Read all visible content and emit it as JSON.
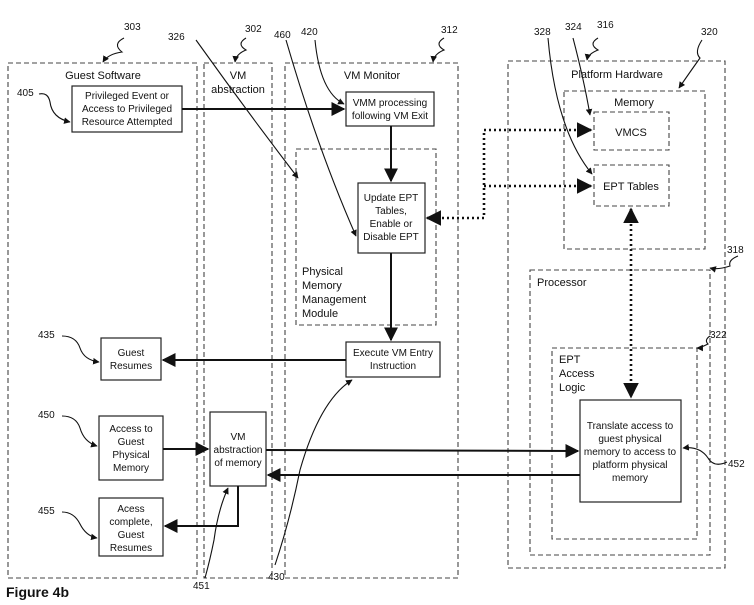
{
  "figure_label": "Figure 4b",
  "columns": {
    "guest_software": "Guest Software",
    "vm_abstraction": [
      "VM",
      "abstraction"
    ],
    "vm_monitor": "VM Monitor",
    "platform_hardware": "Platform Hardware"
  },
  "boxes": {
    "privileged_event": [
      "Privileged Event or",
      "Access to Privileged",
      "Resource Attempted"
    ],
    "vmm_processing": [
      "VMM processing",
      "following VM Exit"
    ],
    "update_ept": [
      "Update EPT",
      "Tables,",
      "Enable or",
      "Disable EPT"
    ],
    "pmm_module": [
      "Physical",
      "Memory",
      "Management",
      "Module"
    ],
    "execute_vm_entry": [
      "Execute VM Entry",
      "Instruction"
    ],
    "guest_resumes": [
      "Guest",
      "Resumes"
    ],
    "access_guest_memory": [
      "Access to",
      "Guest",
      "Physical",
      "Memory"
    ],
    "vm_abstraction_memory": [
      "VM",
      "abstraction",
      "of memory"
    ],
    "access_complete": [
      "Acess",
      "complete,",
      "Guest",
      "Resumes"
    ],
    "memory": "Memory",
    "vmcs": "VMCS",
    "ept_tables": "EPT Tables",
    "processor": "Processor",
    "ept_access_logic": [
      "EPT",
      "Access",
      "Logic"
    ],
    "translate_access": [
      "Translate access to",
      "guest physical",
      "memory to access to",
      "platform physical",
      "memory"
    ]
  },
  "ref_numbers": {
    "r303": "303",
    "r302": "302",
    "r312": "312",
    "r316": "316",
    "r320": "320",
    "r324": "324",
    "r326": "326",
    "r328": "328",
    "r420": "420",
    "r460": "460",
    "r405": "405",
    "r435": "435",
    "r450": "450",
    "r455": "455",
    "r318": "318",
    "r322": "322",
    "r452": "452",
    "r451": "451",
    "r430": "430"
  }
}
